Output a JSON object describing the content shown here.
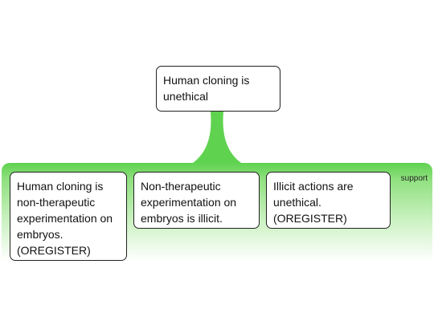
{
  "diagram": {
    "claim": {
      "text": "Human cloning is unethical"
    },
    "relation": {
      "label": "support",
      "color": "#5fd24f"
    },
    "premises": [
      {
        "text": "Human cloning is non-therapeutic experimentation on embryos. (OREGISTER)"
      },
      {
        "text": "Non-therapeutic experimentation on embryos is illicit."
      },
      {
        "text": "Illicit actions are unethical. (OREGISTER)"
      }
    ]
  }
}
